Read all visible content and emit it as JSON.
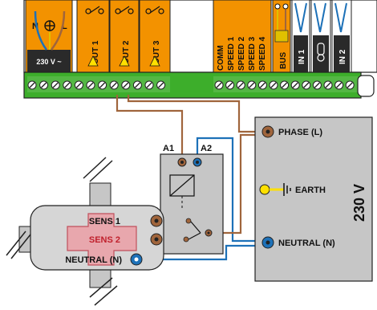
{
  "controller": {
    "power_terminals": [
      "N",
      "L"
    ],
    "power_voltage": "230 V ~",
    "outputs": [
      "OUT 1",
      "OUT 2",
      "OUT 3"
    ],
    "speed_labels": [
      "COMM",
      "SPEED 1",
      "SPEED 2",
      "SPEED 3",
      "SPEED 4"
    ],
    "bus_label": "BUS",
    "inputs": [
      "IN 1",
      "IN 2"
    ]
  },
  "relay": {
    "a1_label": "A1",
    "a2_label": "A2"
  },
  "power_box": {
    "phase_label": "PHASE (L)",
    "earth_label": "EARTH",
    "neutral_label": "NEUTRAL (N)",
    "voltage_label": "230 V"
  },
  "sensor": {
    "sens1_label": "SENS 1",
    "sens2_label": "SENS 2",
    "neutral_label": "NEUTRAL (N)"
  },
  "colors": {
    "terminal_orange": "#f39200",
    "board_green": "#3dae2b",
    "wire_brown": "#a0653c",
    "wire_blue": "#1d71b8",
    "box_grey": "#c6c6c6",
    "earth_yellow": "#ffe000"
  }
}
